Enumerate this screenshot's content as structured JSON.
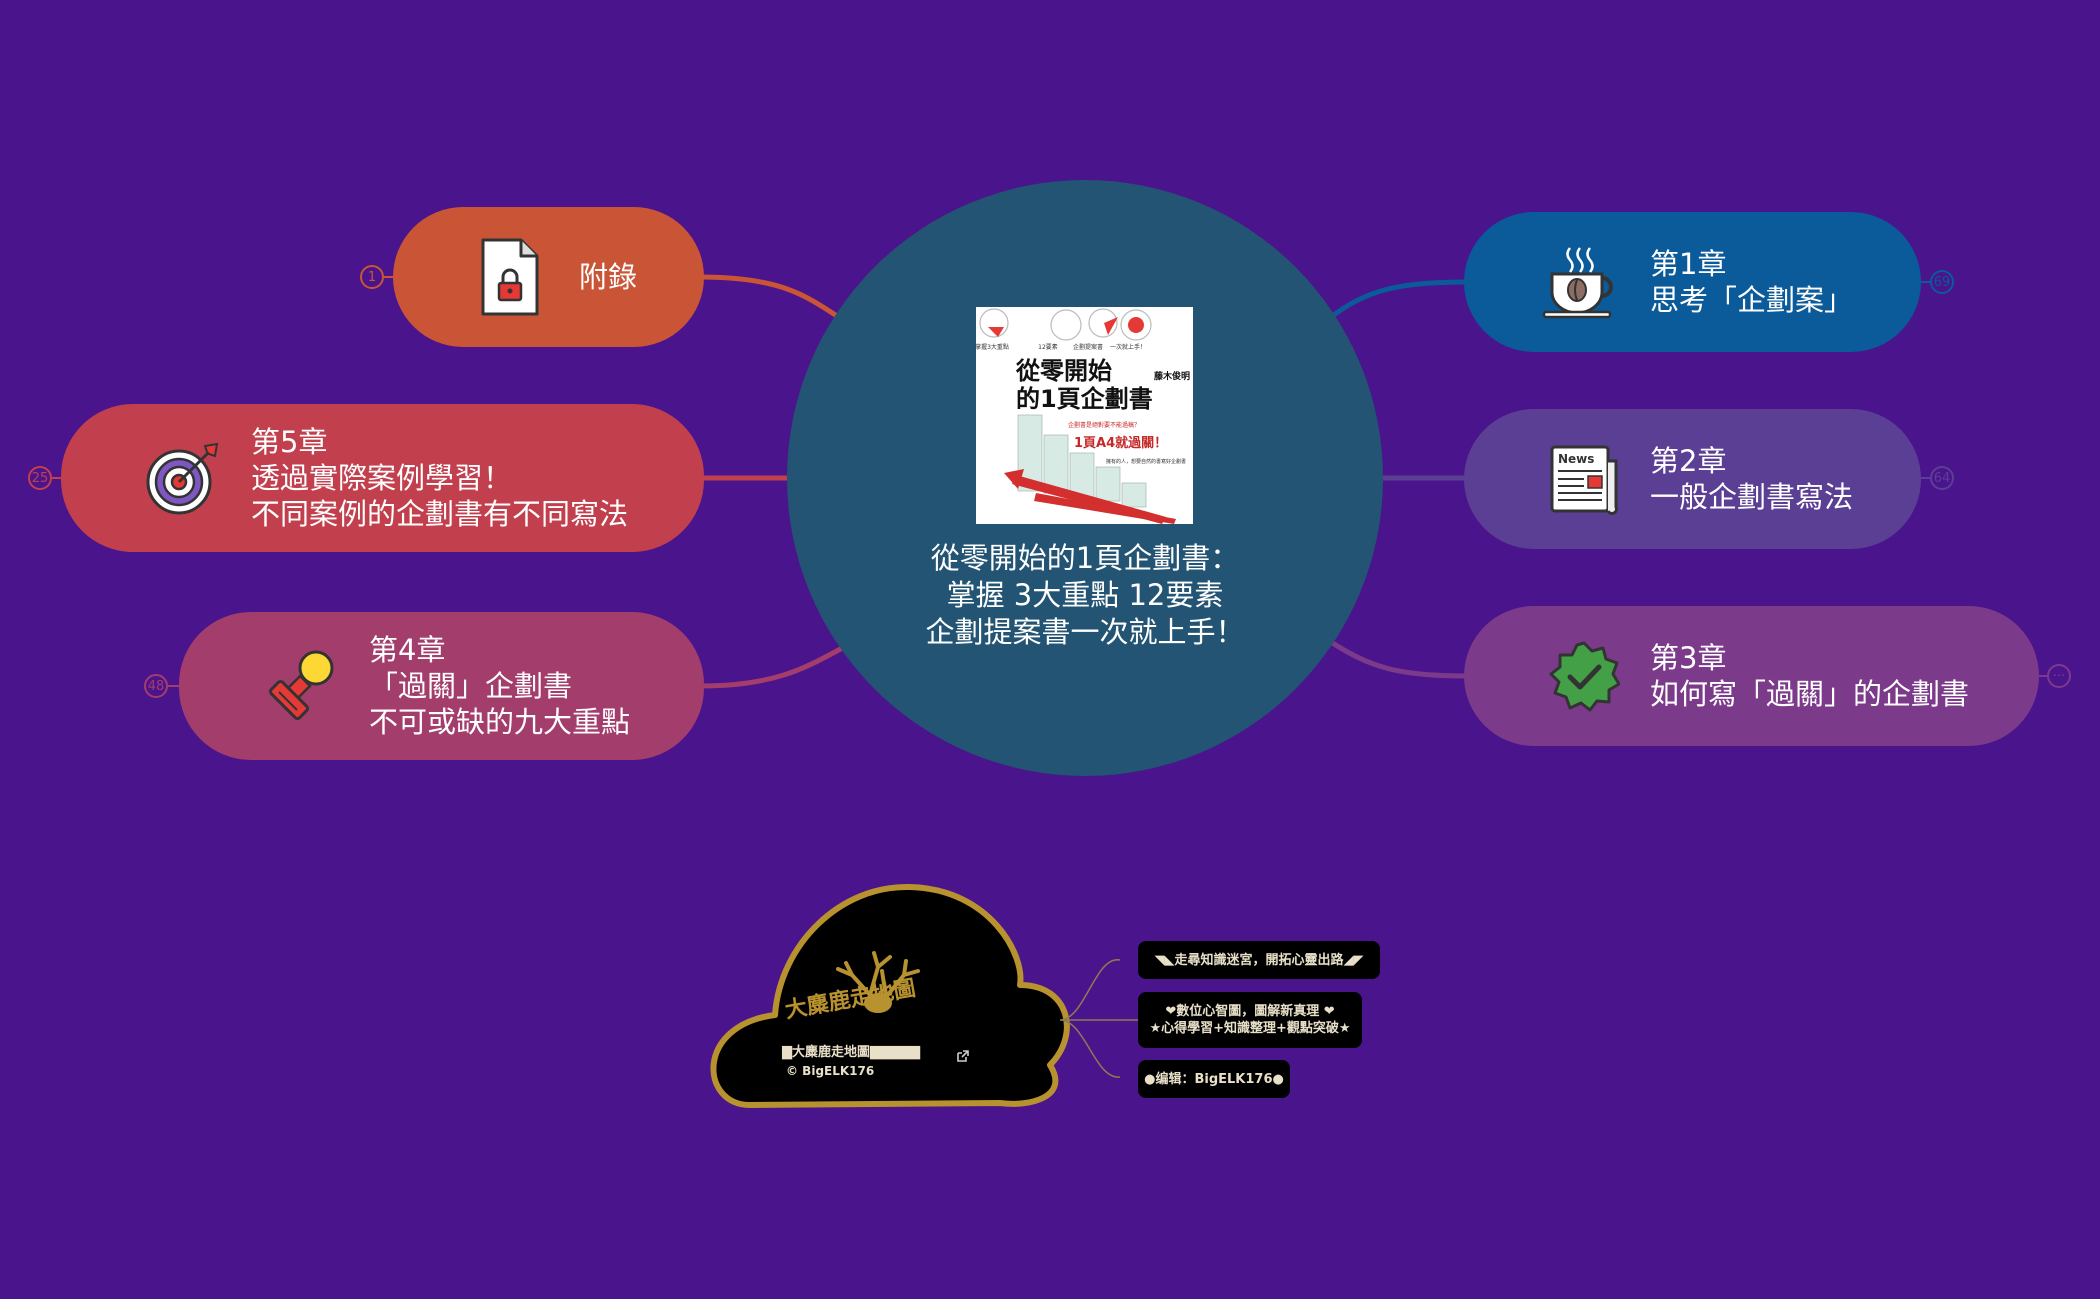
{
  "center": {
    "cover": {
      "top_labels": [
        "掌握3大重點",
        "12要素",
        "企劃提案書",
        "一次就上手！"
      ],
      "author": "藤木俊明",
      "title_line1": "從零開始",
      "title_line2": "的1頁企劃書",
      "side_text": "企劃書是絕對要不能過稿？",
      "banner": "1頁A4就過關！",
      "small_text": "擁有的人，想要自然的書寫好企劃書"
    },
    "title_lines": [
      "從零開始的1頁企劃書：",
      "掌握 3大重點 12要素",
      "企劃提案書一次就上手！"
    ]
  },
  "nodes": {
    "appendix": {
      "lines": [
        "附錄"
      ],
      "badge": "1",
      "icon": "lock-file-icon"
    },
    "ch5": {
      "lines": [
        "第5章",
        "透過實際案例學習！",
        "不同案例的企劃書有不同寫法"
      ],
      "badge": "25",
      "icon": "target-icon"
    },
    "ch4": {
      "lines": [
        "第4章",
        "「過關」企劃書",
        "不可或缺的九大重點"
      ],
      "badge": "48",
      "icon": "stamp-icon"
    },
    "ch1": {
      "lines": [
        "第1章",
        "思考「企劃案」"
      ],
      "badge": "69",
      "icon": "coffee-cup-icon"
    },
    "ch2": {
      "lines": [
        "第2章",
        "一般企劃書寫法"
      ],
      "badge": "64",
      "icon": "newspaper-icon"
    },
    "ch3": {
      "lines": [
        "第3章",
        "如何寫「過關」的企劃書"
      ],
      "badge": "···",
      "icon": "verified-badge-icon"
    }
  },
  "colors": {
    "background": "#4a148c",
    "center": "#235473",
    "appendix": "#c95536",
    "ch5": "#c2404e",
    "ch4": "#a33d6c",
    "ch1": "#0b5a99",
    "ch2": "#5b3f94",
    "ch3": "#7c3b8a",
    "gold": "#b8922e"
  },
  "footer": {
    "logo_text": "大麋鹿走地圖",
    "site_name": "▇大麋鹿走地圖▇▇▇▇▇",
    "copyright": "© BigELK176",
    "items": [
      {
        "lines": [
          "◥◣走尋知識迷宮，開拓心靈出路◢◤"
        ]
      },
      {
        "lines": [
          "❤數位心智圖，圖解新真理 ❤",
          "★心得學習+知識整理+觀點突破★"
        ]
      },
      {
        "lines": [
          "●编辑：BigELK176●"
        ]
      }
    ]
  }
}
